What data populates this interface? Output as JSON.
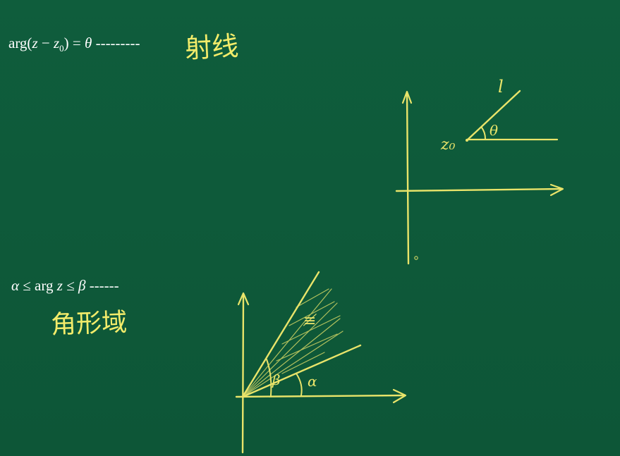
{
  "formula_ray": {
    "lhs_func": "arg(",
    "lhs_var": "z",
    "minus": " − ",
    "z0_base": "z",
    "z0_sub": "0",
    "rhs": ") = ",
    "theta": "θ",
    "dashes": " ---------"
  },
  "label_ray": "射线",
  "formula_sector": {
    "alpha": "α",
    "le1": " ≤ arg ",
    "z": "z",
    "le2": " ≤ ",
    "beta": "β",
    "dashes": " ------"
  },
  "label_sector": "角形域",
  "ray_diagram": {
    "endpoint_label": "z₀",
    "ray_label": "l",
    "angle_label": "θ"
  },
  "sector_diagram": {
    "beta_label": "β",
    "alpha_label": "α"
  },
  "colors": {
    "board": "#0f5a3a",
    "chalk_white": "#ffffff",
    "chalk_yellow": "#e9e46a"
  }
}
